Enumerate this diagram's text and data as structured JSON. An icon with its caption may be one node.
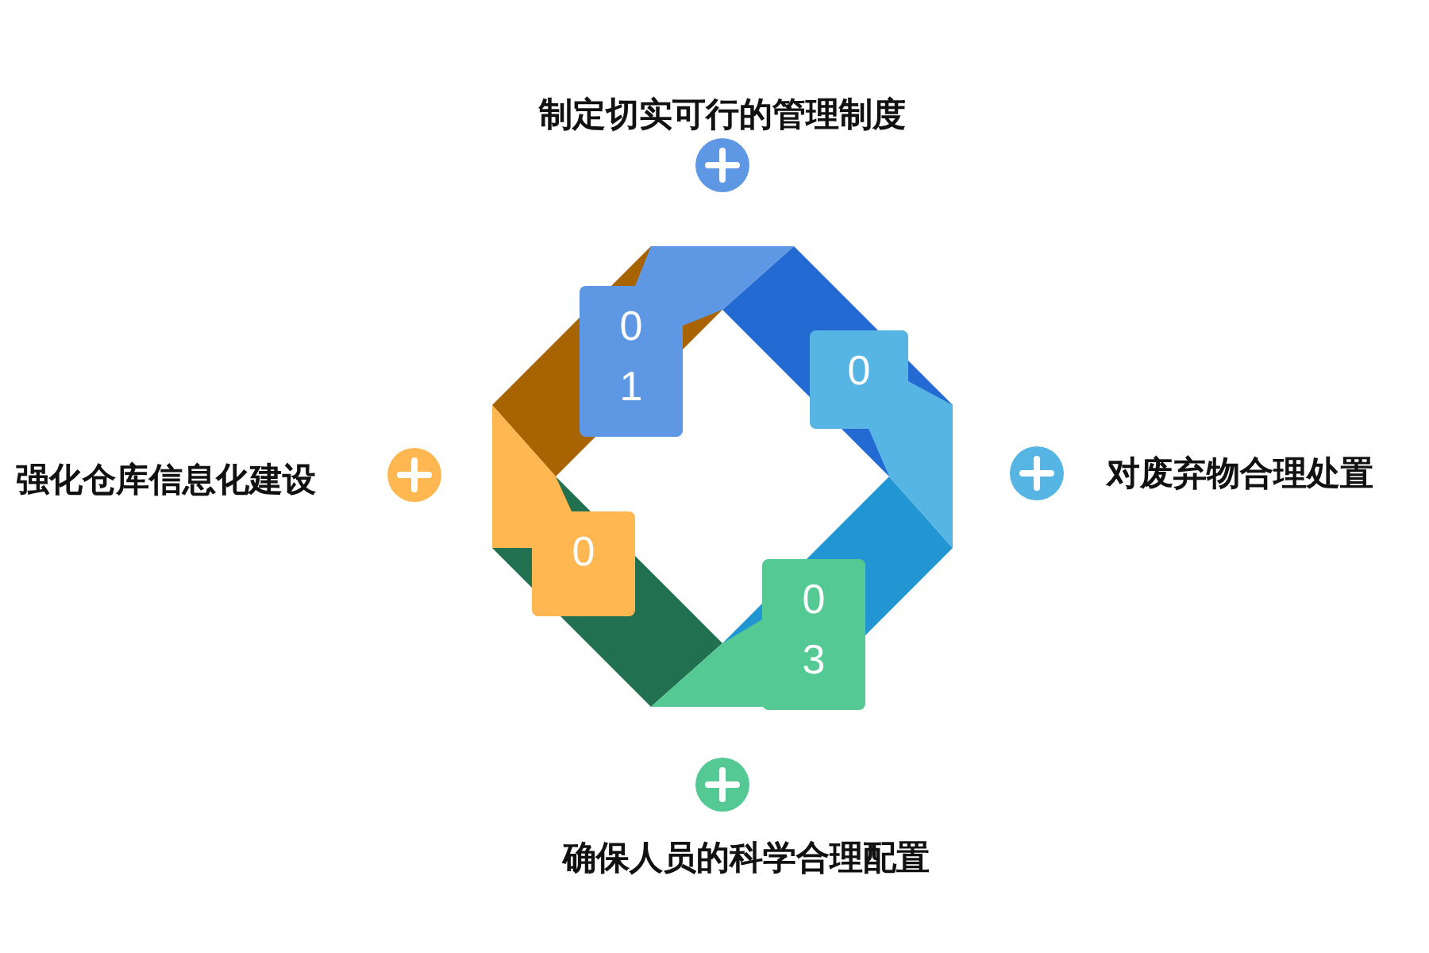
{
  "diagram": {
    "nodes": [
      {
        "text": [
          "01"
        ]
      },
      {
        "text": [
          "0"
        ]
      },
      {
        "text": [
          "03"
        ]
      },
      {
        "text": [
          "0"
        ]
      }
    ],
    "labels": [
      "制定切实可行的管理制度",
      "强化仓库信息化建设",
      "对废弃物合理处置",
      "确保人员的科学合理配置"
    ]
  }
}
